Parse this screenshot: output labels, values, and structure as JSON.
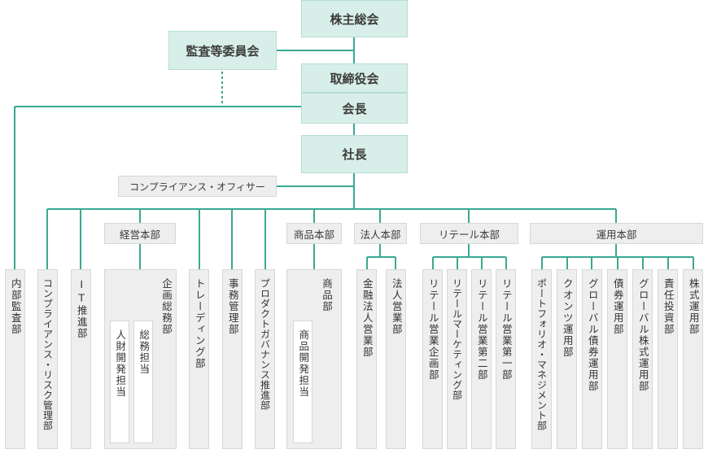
{
  "top": {
    "shareholders": "株主総会",
    "audit": "監査等委員会",
    "board": "取締役会",
    "chairman": "会長",
    "president": "社長",
    "compliance_officer": "コンプライアンス・オフィサー"
  },
  "groups": {
    "management": "経営本部",
    "products": "商品本部",
    "corporate": "法人本部",
    "retail": "リテール本部",
    "investment": "運用本部"
  },
  "departments": {
    "internal_audit": "内部監査部",
    "compliance_risk": "コンプライアンス・リスク管理部",
    "it": "IT推進部",
    "planning": "企画総務部",
    "personnel": "人財開発担当",
    "general_affairs": "総務担当",
    "trading": "トレーディング部",
    "administration": "事務管理部",
    "product_governance": "プロダクトガバナンス推進部",
    "products": "商品部",
    "product_dev": "商品開発担当",
    "financial_corp": "金融法人営業部",
    "corp_sales": "法人営業部",
    "retail_planning": "リテール営業企画部",
    "retail_marketing": "リテールマーケティング部",
    "retail_sales2": "リテール営業第二部",
    "retail_sales1": "リテール営業第一部",
    "portfolio_mgmt": "ポートフォリオ・マネジメント部",
    "quants": "クオンツ運用部",
    "global_bond": "グローバル債券運用部",
    "bond": "債券運用部",
    "global_equity": "グローバル株式運用部",
    "responsible_inv": "責任投資部",
    "equity": "株式運用部"
  },
  "colors": {
    "line": "#3aa893",
    "teal_box": "#d8efe9",
    "grey_box": "#eeeeee"
  }
}
